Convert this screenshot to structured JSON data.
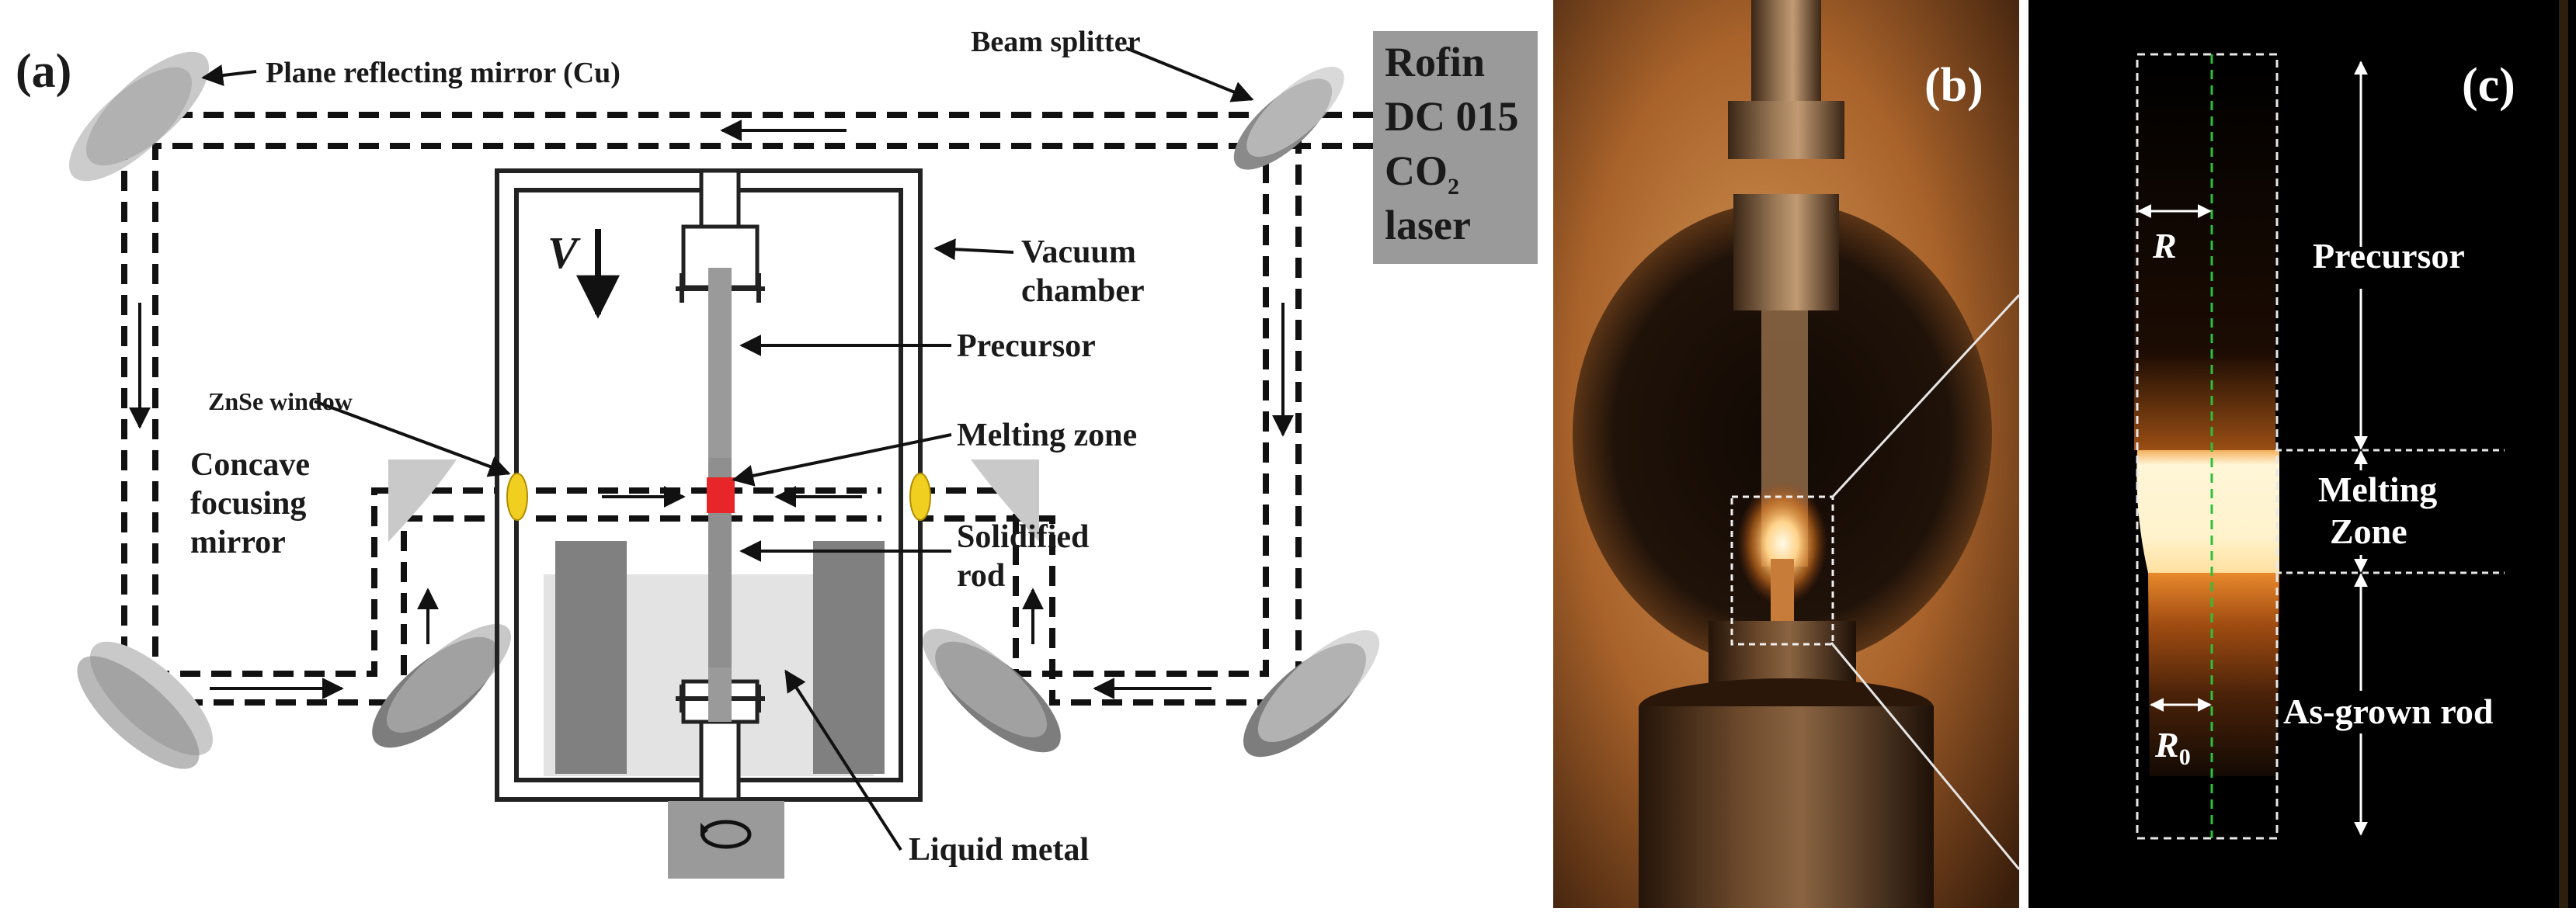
{
  "panel_a": {
    "tag": "(a)",
    "labels": {
      "plane_mirror": "Plane reflecting mirror (Cu)",
      "beam_splitter": "Beam splitter",
      "laser_line1": "Rofin",
      "laser_line2": "DC 015",
      "laser_line3_main": "CO",
      "laser_line3_sub": "2",
      "laser_line4": "laser",
      "velocity": "V",
      "vacuum_line1": "Vacuum",
      "vacuum_line2": "chamber",
      "precursor": "Precursor",
      "znse_window": "ZnSe window",
      "melting_zone": "Melting zone",
      "concave_line1": "Concave",
      "concave_line2": "focusing",
      "concave_line3": "mirror",
      "solidified_line1": "Solidified",
      "solidified_line2": "rod",
      "liquid_metal": "Liquid metal"
    },
    "colors": {
      "melt": "#e8262a",
      "window": "#f1cf21",
      "laser_box": "#9a9a9a",
      "mirror_light": "#c9c9c9",
      "mirror_dark": "#7d7d7d"
    }
  },
  "panel_b": {
    "tag": "(b)"
  },
  "panel_c": {
    "tag": "(c)",
    "labels": {
      "radius": "R",
      "radius0_main": "R",
      "radius0_sub": "0",
      "precursor": "Precursor",
      "melting_line1": "Melting",
      "melting_line2": "Zone",
      "as_grown": "As-grown rod"
    }
  }
}
